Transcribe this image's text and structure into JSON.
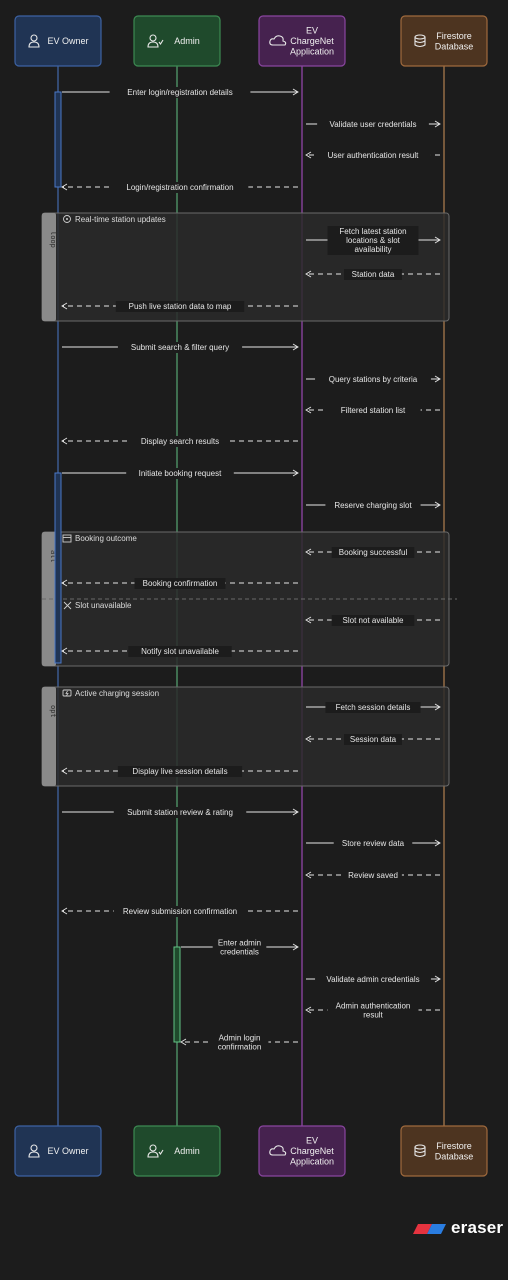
{
  "participants": [
    {
      "id": "owner",
      "label": "EV Owner",
      "icon": "user-icon",
      "fill": "#203454",
      "stroke": "#3d62a3",
      "line": "#4a78c7"
    },
    {
      "id": "admin",
      "label": "Admin",
      "icon": "user-check-icon",
      "fill": "#1f4a2c",
      "stroke": "#3c8a52",
      "line": "#62c285"
    },
    {
      "id": "app",
      "label": "EV ChargeNet Application",
      "icon": "cloud-icon",
      "fill": "#46224f",
      "stroke": "#8a45a0",
      "line": "#b24fd1"
    },
    {
      "id": "db",
      "label": "Firestore Database",
      "icon": "database-icon",
      "fill": "#4d3420",
      "stroke": "#a06a3d",
      "line": "#d0945a"
    }
  ],
  "messages": [
    {
      "from": "owner",
      "to": "app",
      "text": "Enter login/registration details",
      "dashed": false
    },
    {
      "from": "app",
      "to": "db",
      "text": "Validate user credentials",
      "dashed": false
    },
    {
      "from": "db",
      "to": "app",
      "text": "User authentication result",
      "dashed": true
    },
    {
      "from": "app",
      "to": "owner",
      "text": "Login/registration confirmation",
      "dashed": true
    },
    {
      "from": "app",
      "to": "db",
      "text": "Fetch latest station locations & slot availability",
      "dashed": false
    },
    {
      "from": "db",
      "to": "app",
      "text": "Station data",
      "dashed": true
    },
    {
      "from": "app",
      "to": "owner",
      "text": "Push live station data to map",
      "dashed": true
    },
    {
      "from": "owner",
      "to": "app",
      "text": "Submit search & filter query",
      "dashed": false
    },
    {
      "from": "app",
      "to": "db",
      "text": "Query stations by criteria",
      "dashed": false
    },
    {
      "from": "db",
      "to": "app",
      "text": "Filtered station list",
      "dashed": true
    },
    {
      "from": "app",
      "to": "owner",
      "text": "Display search results",
      "dashed": true
    },
    {
      "from": "owner",
      "to": "app",
      "text": "Initiate booking request",
      "dashed": false
    },
    {
      "from": "app",
      "to": "db",
      "text": "Reserve charging slot",
      "dashed": false
    },
    {
      "from": "db",
      "to": "app",
      "text": "Booking successful",
      "dashed": true
    },
    {
      "from": "app",
      "to": "owner",
      "text": "Booking confirmation",
      "dashed": true
    },
    {
      "from": "db",
      "to": "app",
      "text": "Slot not available",
      "dashed": true
    },
    {
      "from": "app",
      "to": "owner",
      "text": "Notify slot unavailable",
      "dashed": true
    },
    {
      "from": "app",
      "to": "db",
      "text": "Fetch session details",
      "dashed": false
    },
    {
      "from": "db",
      "to": "app",
      "text": "Session data",
      "dashed": true
    },
    {
      "from": "app",
      "to": "owner",
      "text": "Display live session details",
      "dashed": true
    },
    {
      "from": "owner",
      "to": "app",
      "text": "Submit station review & rating",
      "dashed": false
    },
    {
      "from": "app",
      "to": "db",
      "text": "Store review data",
      "dashed": false
    },
    {
      "from": "db",
      "to": "app",
      "text": "Review saved",
      "dashed": true
    },
    {
      "from": "app",
      "to": "owner",
      "text": "Review submission confirmation",
      "dashed": true
    },
    {
      "from": "admin",
      "to": "app",
      "text": "Enter admin credentials",
      "dashed": false
    },
    {
      "from": "app",
      "to": "db",
      "text": "Validate admin credentials",
      "dashed": false
    },
    {
      "from": "db",
      "to": "app",
      "text": "Admin authentication result",
      "dashed": true
    },
    {
      "from": "app",
      "to": "admin",
      "text": "Admin login confirmation",
      "dashed": true
    }
  ],
  "fragments": [
    {
      "tag": "loop",
      "label": "Real-time station updates",
      "icon": "broadcast-icon"
    },
    {
      "tag": "alt",
      "label": "Booking outcome",
      "icon": "calendar-icon",
      "else_label": "Slot unavailable",
      "else_icon": "x-icon"
    },
    {
      "tag": "opt",
      "label": "Active charging session",
      "icon": "charging-icon"
    }
  ],
  "brand": {
    "name": "eraser",
    "colors": [
      "#e5333f",
      "#2a7de1"
    ]
  },
  "colors": {
    "background": "#1c1c1c",
    "message": "#e6e6e6",
    "frame_fill": "#2a2a2a",
    "frame_stroke": "#6a6a6a",
    "frame_tag": "#8a8a8a"
  }
}
